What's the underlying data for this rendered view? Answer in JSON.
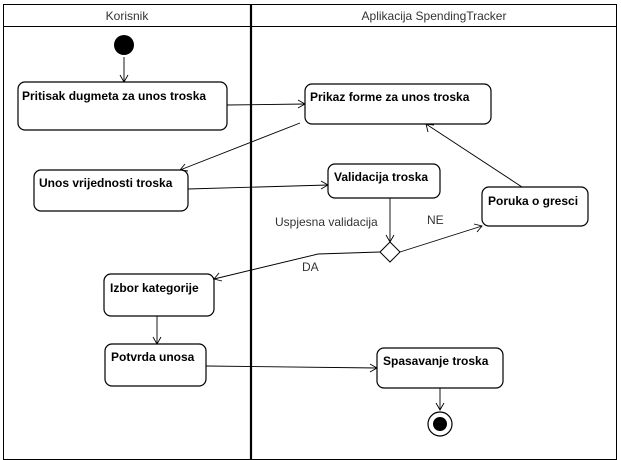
{
  "lanes": [
    {
      "id": "korisnik",
      "title": "Korisnik"
    },
    {
      "id": "app",
      "title": "Aplikacija SpendingTracker"
    }
  ],
  "nodes": {
    "n1": "Pritisak dugmeta za unos troska",
    "n2": "Prikaz forme za unos troska",
    "n3": "Unos vrijednosti troska",
    "n4": "Validacija troska",
    "n5": "Poruka o gresci",
    "n6": "Izbor kategorije",
    "n7": "Potvrda unosa",
    "n8": "Spasavanje troska"
  },
  "edge_labels": {
    "validation_ok": "Uspjesna validacija",
    "no": "NE",
    "yes": "DA"
  }
}
